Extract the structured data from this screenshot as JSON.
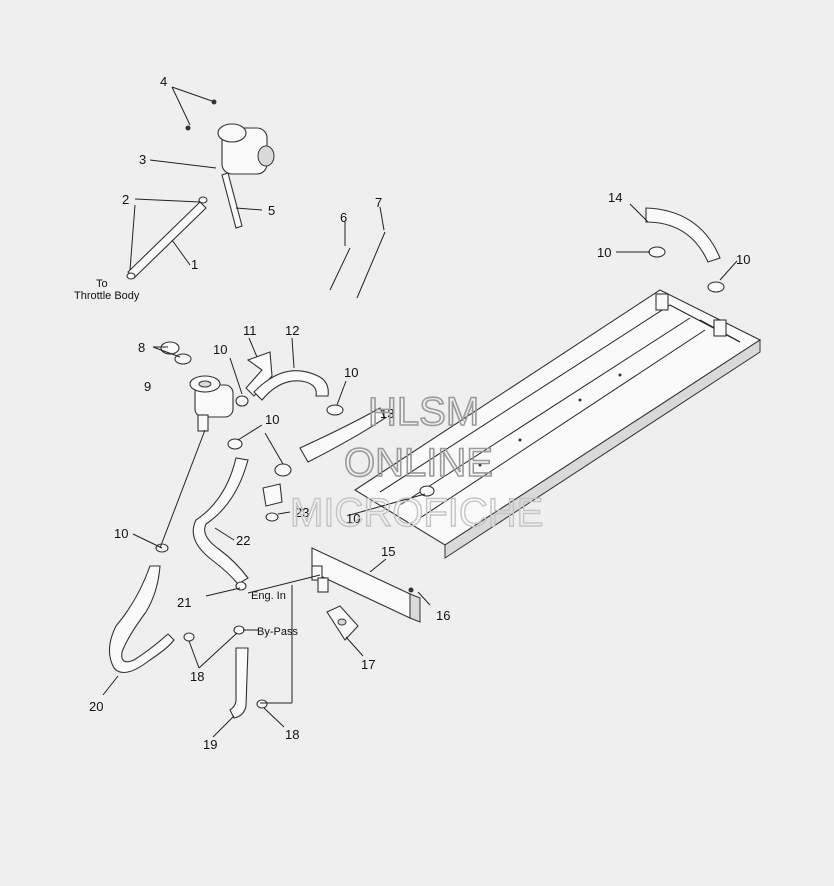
{
  "callouts": {
    "n1": "1",
    "n2": "2",
    "n3": "3",
    "n4": "4",
    "n5": "5",
    "n6": "6",
    "n7": "7",
    "n8": "8",
    "n9": "9",
    "n10": "10",
    "n11": "11",
    "n12": "12",
    "n13": "13",
    "n14": "14",
    "n15": "15",
    "n16": "16",
    "n17": "17",
    "n18": "18",
    "n19": "19",
    "n20": "20",
    "n21": "21",
    "n22": "22",
    "n23": "23"
  },
  "notes": {
    "to": "To",
    "throttle_body": "Throttle Body",
    "eng_in": "Eng. In",
    "by_pass": "By-Pass"
  },
  "watermark": {
    "line1": "HLSM",
    "line2": "ONLINE",
    "line3": "MICROFICHE"
  }
}
